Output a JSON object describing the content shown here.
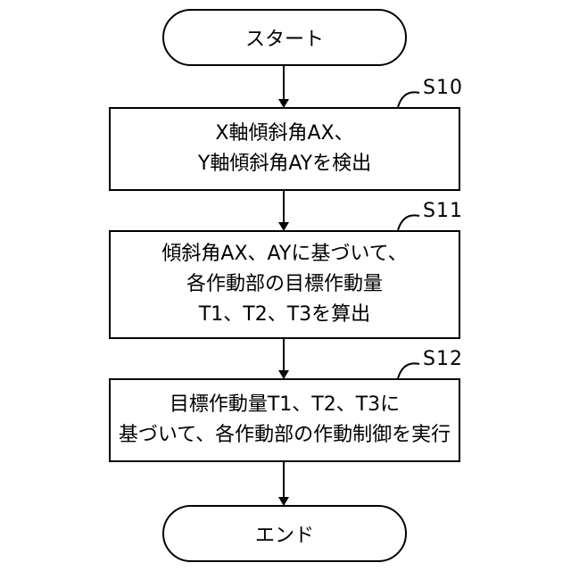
{
  "flowchart": {
    "start": {
      "label": "スタート"
    },
    "steps": [
      {
        "id": "S10",
        "lines": [
          "X軸傾斜角AX、",
          "Y軸傾斜角AYを検出"
        ]
      },
      {
        "id": "S11",
        "lines": [
          "傾斜角AX、AYに基づいて、",
          "各作動部の目標作動量",
          "T1、T2、T3を算出"
        ]
      },
      {
        "id": "S12",
        "lines": [
          "目標作動量T1、T2、T3に",
          "基づいて、各作動部の作動制御を実行"
        ]
      }
    ],
    "end": {
      "label": "エンド"
    }
  }
}
